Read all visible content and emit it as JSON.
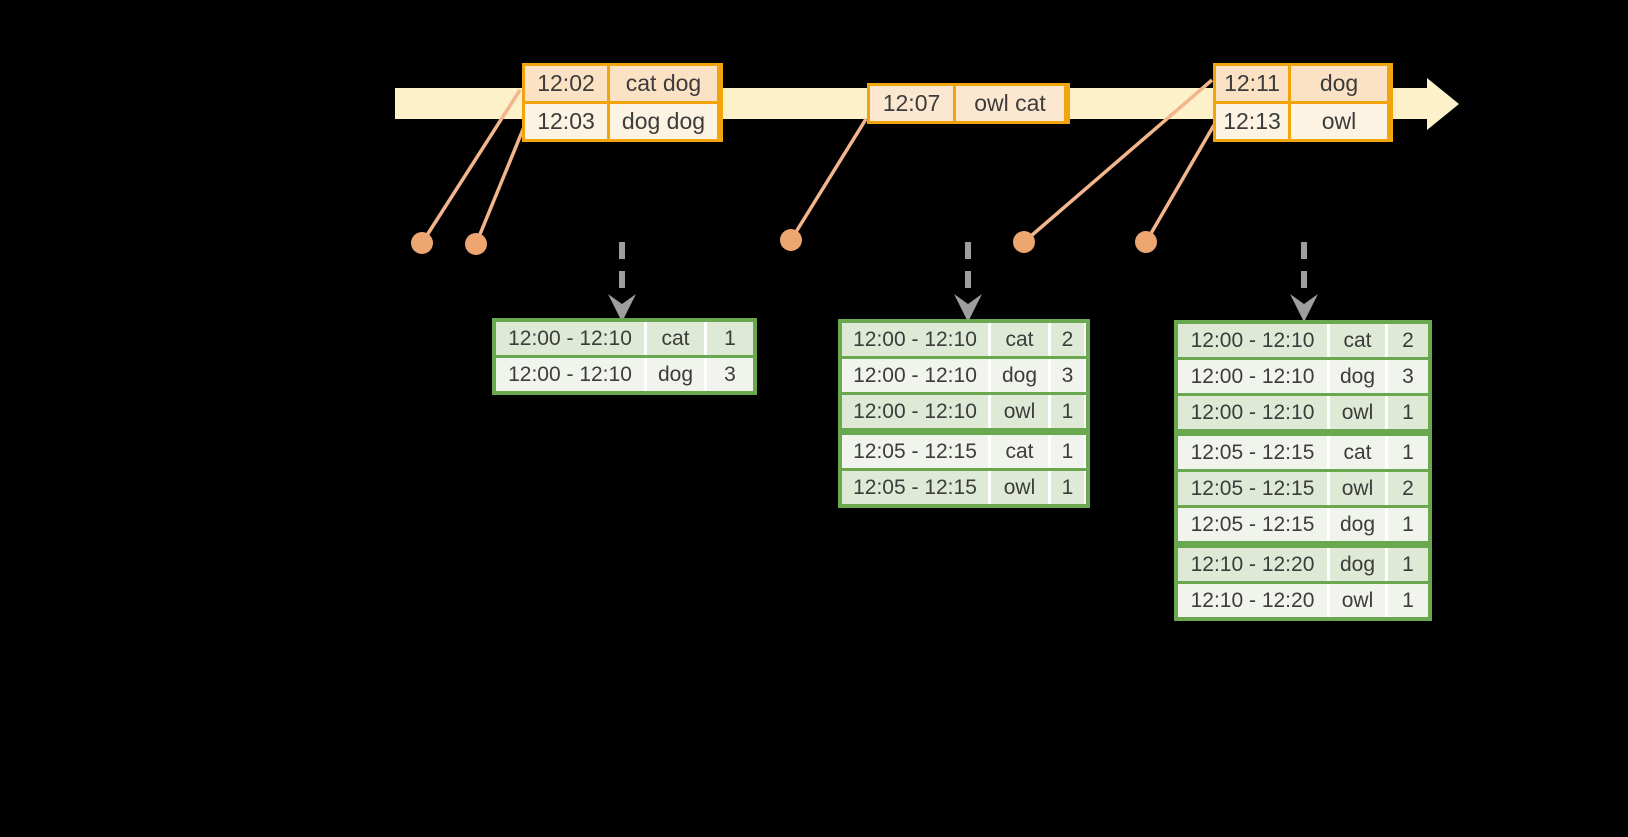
{
  "colors": {
    "bg": "#000000",
    "band": "#fdf1ca",
    "gold": "#f1a40d",
    "peach": "#fbe2c4",
    "peach_mid": "#fce8d1",
    "cream": "#fdf3e3",
    "salmon": "#f2b58c",
    "dot": "#eea671",
    "arrow_gray": "#9e9e9e",
    "green": "#6aa84f",
    "green_dark": "#dfead6",
    "green_light": "#f0f4ec",
    "ink": "#3c3c3c",
    "white": "#ffffff"
  },
  "icons": {
    "timeline_arrowhead": "right-arrow",
    "event_marker": "filled-circle",
    "trigger": "dashed-down-arrow"
  },
  "timeline": {
    "events": [
      {
        "rows": [
          {
            "time": "12:02",
            "words": "cat dog"
          },
          {
            "time": "12:03",
            "words": "dog dog"
          }
        ]
      },
      {
        "rows": [
          {
            "time": "12:07",
            "words": "owl cat"
          }
        ]
      },
      {
        "rows": [
          {
            "time": "12:11",
            "words": "dog"
          },
          {
            "time": "12:13",
            "words": "owl"
          }
        ]
      }
    ]
  },
  "result_tables": [
    {
      "rows": [
        {
          "window": "12:00 - 12:10",
          "word": "cat",
          "count": "1"
        },
        {
          "window": "12:00 - 12:10",
          "word": "dog",
          "count": "3"
        }
      ]
    },
    {
      "rows": [
        {
          "window": "12:00 - 12:10",
          "word": "cat",
          "count": "2"
        },
        {
          "window": "12:00 - 12:10",
          "word": "dog",
          "count": "3"
        },
        {
          "window": "12:00 - 12:10",
          "word": "owl",
          "count": "1"
        },
        {
          "window": "12:05 - 12:15",
          "word": "cat",
          "count": "1"
        },
        {
          "window": "12:05 - 12:15",
          "word": "owl",
          "count": "1"
        }
      ]
    },
    {
      "rows": [
        {
          "window": "12:00 - 12:10",
          "word": "cat",
          "count": "2"
        },
        {
          "window": "12:00 - 12:10",
          "word": "dog",
          "count": "3"
        },
        {
          "window": "12:00 - 12:10",
          "word": "owl",
          "count": "1"
        },
        {
          "window": "12:05 - 12:15",
          "word": "cat",
          "count": "1"
        },
        {
          "window": "12:05 - 12:15",
          "word": "owl",
          "count": "2"
        },
        {
          "window": "12:05 - 12:15",
          "word": "dog",
          "count": "1"
        },
        {
          "window": "12:10 - 12:20",
          "word": "dog",
          "count": "1"
        },
        {
          "window": "12:10 - 12:20",
          "word": "owl",
          "count": "1"
        }
      ]
    }
  ]
}
